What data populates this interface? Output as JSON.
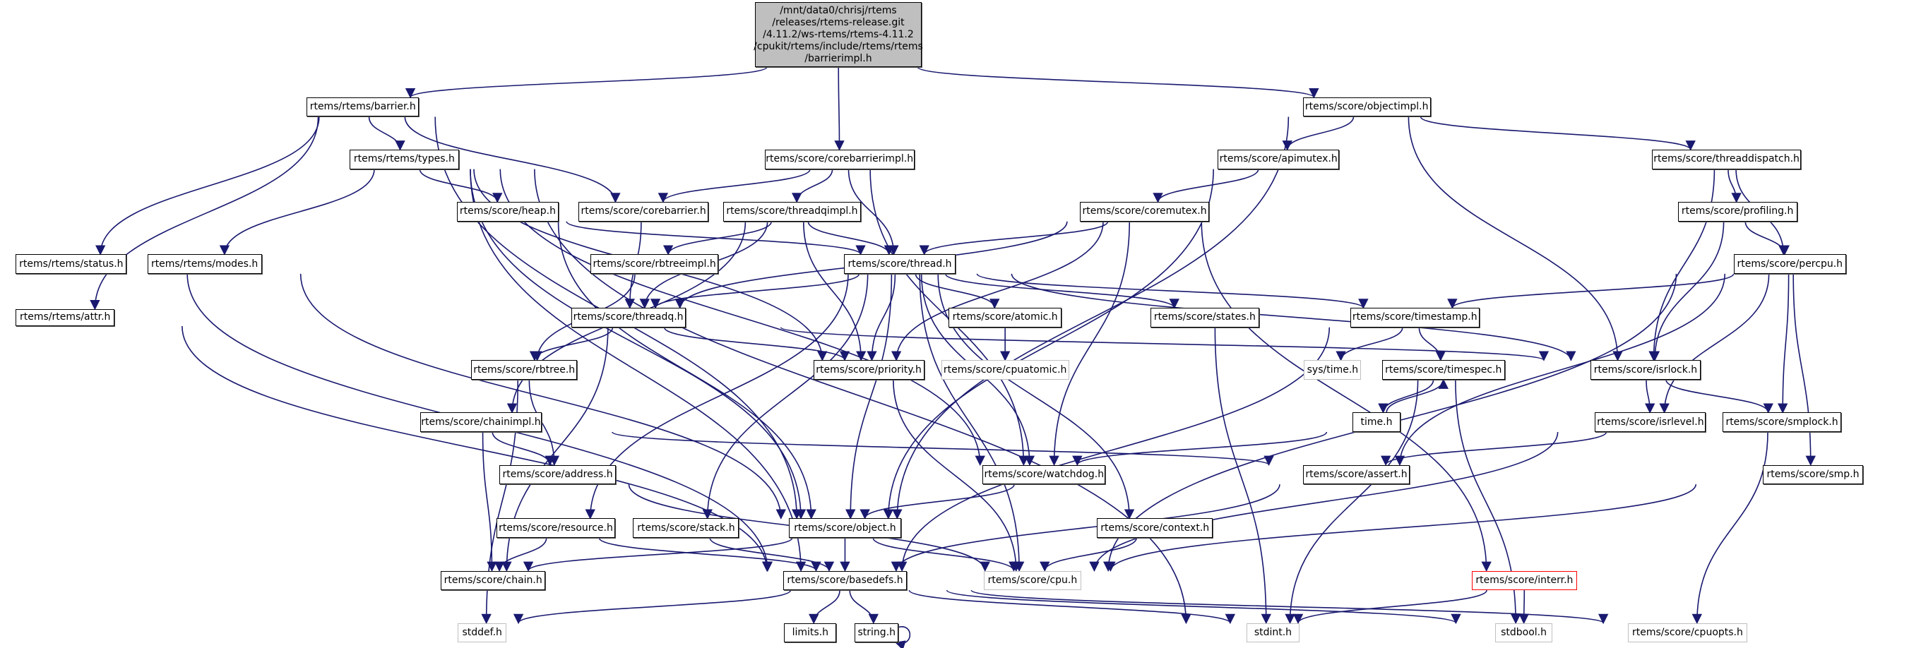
{
  "graph": {
    "title": "Include dependency graph for barrierimpl.h",
    "colors": {
      "edge": "#191970",
      "node_border": "#000000",
      "external_border": "#bfbfbf",
      "truncated_border": "#ff0000",
      "root_fill": "#bfbfbf"
    },
    "root": {
      "id": "root",
      "lines": [
        "/mnt/data0/chrisj/rtems",
        "/releases/rtems-release.git",
        "/4.11.2/ws-rtems/rtems-4.11.2",
        "/cpukit/rtems/include/rtems/rtems",
        "/barrierimpl.h"
      ]
    },
    "nodes": [
      {
        "id": "barrier",
        "label": "rtems/rtems/barrier.h",
        "style": "normal"
      },
      {
        "id": "objectimpl",
        "label": "rtems/score/objectimpl.h",
        "style": "normal"
      },
      {
        "id": "corebarrierimpl",
        "label": "rtems/score/corebarrierimpl.h",
        "style": "normal"
      },
      {
        "id": "types",
        "label": "rtems/rtems/types.h",
        "style": "normal"
      },
      {
        "id": "apimutex",
        "label": "rtems/score/apimutex.h",
        "style": "normal"
      },
      {
        "id": "threaddispatch",
        "label": "rtems/score/threaddispatch.h",
        "style": "normal"
      },
      {
        "id": "heap",
        "label": "rtems/score/heap.h",
        "style": "normal"
      },
      {
        "id": "corebarrier",
        "label": "rtems/score/corebarrier.h",
        "style": "normal"
      },
      {
        "id": "threadqimpl",
        "label": "rtems/score/threadqimpl.h",
        "style": "normal"
      },
      {
        "id": "coremutex",
        "label": "rtems/score/coremutex.h",
        "style": "normal"
      },
      {
        "id": "profiling",
        "label": "rtems/score/profiling.h",
        "style": "normal"
      },
      {
        "id": "status",
        "label": "rtems/rtems/status.h",
        "style": "normal"
      },
      {
        "id": "modes",
        "label": "rtems/rtems/modes.h",
        "style": "normal"
      },
      {
        "id": "rbtreeimpl",
        "label": "rtems/score/rbtreeimpl.h",
        "style": "normal"
      },
      {
        "id": "thread",
        "label": "rtems/score/thread.h",
        "style": "normal"
      },
      {
        "id": "percpu",
        "label": "rtems/score/percpu.h",
        "style": "normal"
      },
      {
        "id": "attr",
        "label": "rtems/rtems/attr.h",
        "style": "normal"
      },
      {
        "id": "threadq",
        "label": "rtems/score/threadq.h",
        "style": "normal"
      },
      {
        "id": "atomic",
        "label": "rtems/score/atomic.h",
        "style": "normal"
      },
      {
        "id": "states",
        "label": "rtems/score/states.h",
        "style": "normal"
      },
      {
        "id": "timestamp",
        "label": "rtems/score/timestamp.h",
        "style": "normal"
      },
      {
        "id": "rbtree",
        "label": "rtems/score/rbtree.h",
        "style": "normal"
      },
      {
        "id": "priority",
        "label": "rtems/score/priority.h",
        "style": "normal"
      },
      {
        "id": "cpuatomic",
        "label": "rtems/score/cpuatomic.h",
        "style": "gray"
      },
      {
        "id": "systime",
        "label": "sys/time.h",
        "style": "gray"
      },
      {
        "id": "timespec",
        "label": "rtems/score/timespec.h",
        "style": "normal"
      },
      {
        "id": "isrlock",
        "label": "rtems/score/isrlock.h",
        "style": "normal"
      },
      {
        "id": "chainimpl",
        "label": "rtems/score/chainimpl.h",
        "style": "normal"
      },
      {
        "id": "time",
        "label": "time.h",
        "style": "normal"
      },
      {
        "id": "isrlevel",
        "label": "rtems/score/isrlevel.h",
        "style": "normal"
      },
      {
        "id": "smplock",
        "label": "rtems/score/smplock.h",
        "style": "normal"
      },
      {
        "id": "address",
        "label": "rtems/score/address.h",
        "style": "normal"
      },
      {
        "id": "watchdog",
        "label": "rtems/score/watchdog.h",
        "style": "normal"
      },
      {
        "id": "assert",
        "label": "rtems/score/assert.h",
        "style": "normal"
      },
      {
        "id": "smp",
        "label": "rtems/score/smp.h",
        "style": "normal"
      },
      {
        "id": "resource",
        "label": "rtems/score/resource.h",
        "style": "normal"
      },
      {
        "id": "stack",
        "label": "rtems/score/stack.h",
        "style": "normal"
      },
      {
        "id": "object",
        "label": "rtems/score/object.h",
        "style": "normal"
      },
      {
        "id": "context",
        "label": "rtems/score/context.h",
        "style": "normal"
      },
      {
        "id": "chain",
        "label": "rtems/score/chain.h",
        "style": "normal"
      },
      {
        "id": "basedefs",
        "label": "rtems/score/basedefs.h",
        "style": "normal"
      },
      {
        "id": "cpu",
        "label": "rtems/score/cpu.h",
        "style": "gray"
      },
      {
        "id": "interr",
        "label": "rtems/score/interr.h",
        "style": "red"
      },
      {
        "id": "stddef",
        "label": "stddef.h",
        "style": "gray"
      },
      {
        "id": "limits",
        "label": "limits.h",
        "style": "normal"
      },
      {
        "id": "string",
        "label": "string.h",
        "style": "normal"
      },
      {
        "id": "stdint",
        "label": "stdint.h",
        "style": "gray"
      },
      {
        "id": "stdbool",
        "label": "stdbool.h",
        "style": "gray"
      },
      {
        "id": "cpuopts",
        "label": "rtems/score/cpuopts.h",
        "style": "gray"
      }
    ],
    "edges": [
      [
        "root",
        "barrier"
      ],
      [
        "root",
        "corebarrierimpl"
      ],
      [
        "root",
        "objectimpl"
      ],
      [
        "barrier",
        "types"
      ],
      [
        "barrier",
        "status"
      ],
      [
        "barrier",
        "attr"
      ],
      [
        "barrier",
        "corebarrier"
      ],
      [
        "barrier",
        "object"
      ],
      [
        "types",
        "heap"
      ],
      [
        "types",
        "modes"
      ],
      [
        "types",
        "priority"
      ],
      [
        "types",
        "watchdog"
      ],
      [
        "types",
        "basedefs"
      ],
      [
        "types",
        "stdint"
      ],
      [
        "types",
        "object"
      ],
      [
        "corebarrierimpl",
        "corebarrier"
      ],
      [
        "corebarrierimpl",
        "threadqimpl"
      ],
      [
        "corebarrierimpl",
        "thread"
      ],
      [
        "corebarrierimpl",
        "watchdog"
      ],
      [
        "objectimpl",
        "apimutex"
      ],
      [
        "objectimpl",
        "threaddispatch"
      ],
      [
        "objectimpl",
        "isrlock"
      ],
      [
        "objectimpl",
        "object"
      ],
      [
        "apimutex",
        "coremutex"
      ],
      [
        "apimutex",
        "object"
      ],
      [
        "threaddispatch",
        "profiling"
      ],
      [
        "threaddispatch",
        "percpu"
      ],
      [
        "threaddispatch",
        "isrlock"
      ],
      [
        "heap",
        "thread"
      ],
      [
        "heap",
        "object"
      ],
      [
        "corebarrier",
        "threadq"
      ],
      [
        "threadqimpl",
        "thread"
      ],
      [
        "threadqimpl",
        "rbtreeimpl"
      ],
      [
        "threadqimpl",
        "threadq"
      ],
      [
        "threadqimpl",
        "chainimpl"
      ],
      [
        "threadqimpl",
        "priority"
      ],
      [
        "coremutex",
        "thread"
      ],
      [
        "coremutex",
        "threadq"
      ],
      [
        "coremutex",
        "priority"
      ],
      [
        "coremutex",
        "watchdog"
      ],
      [
        "coremutex",
        "interr"
      ],
      [
        "profiling",
        "percpu"
      ],
      [
        "profiling",
        "isrlock"
      ],
      [
        "status",
        "basedefs"
      ],
      [
        "modes",
        "object"
      ],
      [
        "attr",
        "basedefs"
      ],
      [
        "rbtreeimpl",
        "rbtree"
      ],
      [
        "thread",
        "threadq"
      ],
      [
        "thread",
        "priority"
      ],
      [
        "thread",
        "atomic"
      ],
      [
        "thread",
        "states"
      ],
      [
        "thread",
        "timestamp"
      ],
      [
        "thread",
        "isrlock"
      ],
      [
        "thread",
        "object"
      ],
      [
        "thread",
        "watchdog"
      ],
      [
        "thread",
        "context"
      ],
      [
        "thread",
        "resource"
      ],
      [
        "thread",
        "stack"
      ],
      [
        "thread",
        "cpu"
      ],
      [
        "percpu",
        "timestamp"
      ],
      [
        "percpu",
        "isrlevel"
      ],
      [
        "percpu",
        "smplock"
      ],
      [
        "percpu",
        "smp"
      ],
      [
        "percpu",
        "assert"
      ],
      [
        "percpu",
        "cpu"
      ],
      [
        "threadq",
        "rbtree"
      ],
      [
        "threadq",
        "priority"
      ],
      [
        "threadq",
        "isrlock"
      ],
      [
        "threadq",
        "chain"
      ],
      [
        "atomic",
        "cpuatomic"
      ],
      [
        "states",
        "stdint"
      ],
      [
        "timestamp",
        "systime"
      ],
      [
        "timestamp",
        "timespec"
      ],
      [
        "timestamp",
        "basedefs"
      ],
      [
        "rbtree",
        "address"
      ],
      [
        "rbtree",
        "stddef"
      ],
      [
        "priority",
        "cpu"
      ],
      [
        "timespec",
        "time"
      ],
      [
        "time",
        "timespec"
      ],
      [
        "timespec",
        "stdint"
      ],
      [
        "timespec",
        "stdbool"
      ],
      [
        "isrlock",
        "isrlevel"
      ],
      [
        "isrlock",
        "smplock"
      ],
      [
        "chainimpl",
        "address"
      ],
      [
        "chainimpl",
        "chain"
      ],
      [
        "chainimpl",
        "assert"
      ],
      [
        "time",
        "watchdog"
      ],
      [
        "isrlevel",
        "assert"
      ],
      [
        "isrlevel",
        "cpu"
      ],
      [
        "smplock",
        "cpuopts"
      ],
      [
        "address",
        "cpu"
      ],
      [
        "watchdog",
        "object"
      ],
      [
        "assert",
        "basedefs"
      ],
      [
        "smp",
        "cpu"
      ],
      [
        "resource",
        "chain"
      ],
      [
        "resource",
        "basedefs"
      ],
      [
        "stack",
        "basedefs"
      ],
      [
        "object",
        "chain"
      ],
      [
        "object",
        "basedefs"
      ],
      [
        "object",
        "cpu"
      ],
      [
        "context",
        "cpu"
      ],
      [
        "basedefs",
        "stddef"
      ],
      [
        "basedefs",
        "limits"
      ],
      [
        "basedefs",
        "string"
      ],
      [
        "basedefs",
        "stdint"
      ],
      [
        "basedefs",
        "stdbool"
      ],
      [
        "basedefs",
        "cpuopts"
      ],
      [
        "string",
        "string"
      ],
      [
        "interr",
        "stdint"
      ],
      [
        "interr",
        "stdbool"
      ]
    ]
  }
}
